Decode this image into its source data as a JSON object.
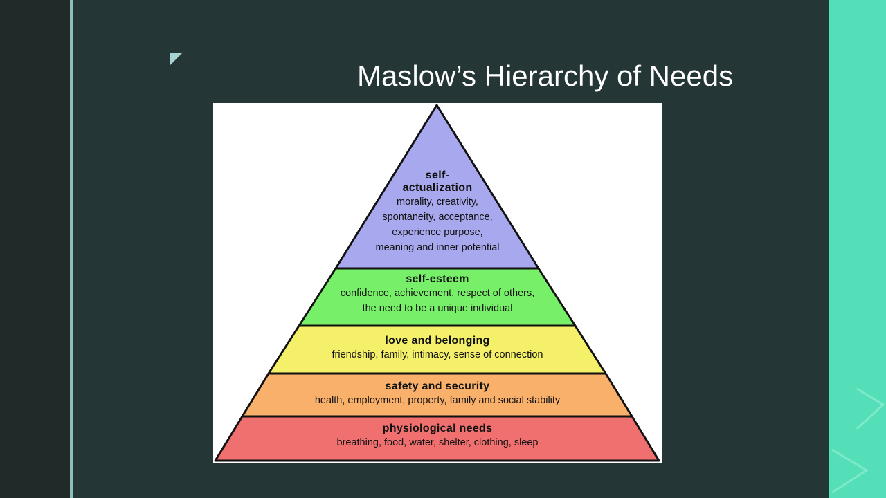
{
  "slide": {
    "title": "Maslow’s Hierarchy of Needs",
    "colors": {
      "background": "#243635",
      "left_band": "#1f2a29",
      "accent_line": "#8fbdb8",
      "right_band": "#55dfb8"
    }
  },
  "pyramid": {
    "levels": [
      {
        "key": "self_actualization",
        "title_lines": [
          "self-",
          "actualization"
        ],
        "desc_lines": [
          "morality, creativity,",
          "spontaneity, acceptance,",
          "experience purpose,",
          "meaning and inner potential"
        ],
        "color": "#a8a8ee"
      },
      {
        "key": "self_esteem",
        "title_lines": [
          "self-esteem"
        ],
        "desc_lines": [
          "confidence, achievement, respect of others,",
          "the need to be a unique individual"
        ],
        "color": "#77ef68"
      },
      {
        "key": "love_belonging",
        "title_lines": [
          "love and belonging"
        ],
        "desc_lines": [
          "friendship, family, intimacy, sense of connection"
        ],
        "color": "#f5f06a"
      },
      {
        "key": "safety_security",
        "title_lines": [
          "safety and security"
        ],
        "desc_lines": [
          "health, employment, property, family and social stability"
        ],
        "color": "#f8b06a"
      },
      {
        "key": "physiological",
        "title_lines": [
          "physiological needs"
        ],
        "desc_lines": [
          "breathing, food, water, shelter, clothing, sleep"
        ],
        "color": "#f07070"
      }
    ]
  }
}
